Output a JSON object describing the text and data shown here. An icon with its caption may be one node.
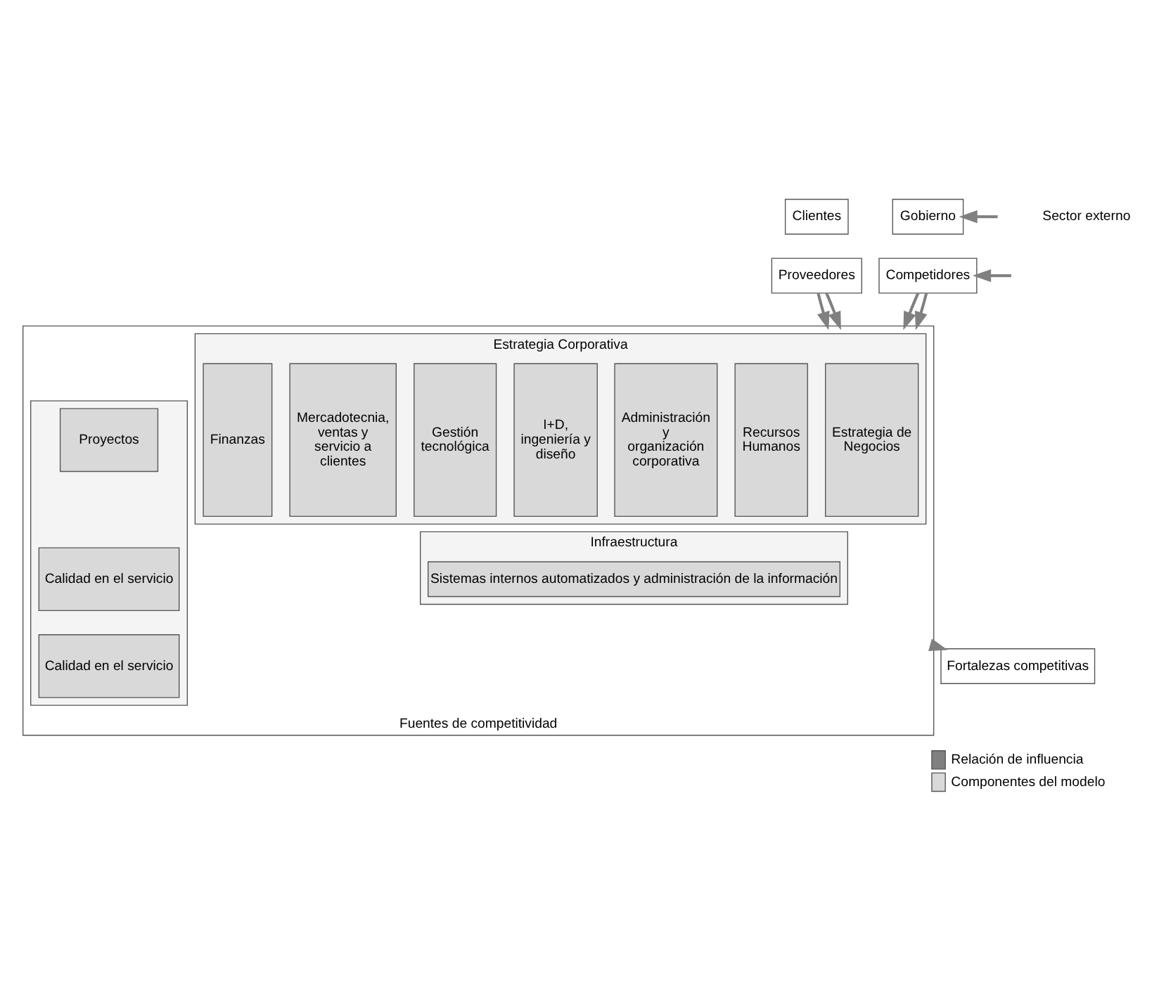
{
  "diagram": {
    "nodes": [
      {
        "text": [
          "Clientes"
        ]
      },
      {
        "text": [
          "Gobierno"
        ]
      },
      {
        "text": [
          "Proveedores"
        ]
      },
      {
        "text": [
          "Competidores"
        ]
      },
      {
        "text": [
          "Fuentes de competitividad"
        ]
      },
      {
        "text": [
          "Estrategia Corporativa"
        ],
        "in": 4
      },
      {
        "text": [
          "Estrategia de Negocios"
        ],
        "in": 5
      },
      {
        "text": [
          "Recursos Humanos"
        ],
        "in": 5
      },
      {
        "text": [
          "Administración y organización corporativa"
        ],
        "in": 5
      },
      {
        "text": [
          "I+D, ingeniería y diseño"
        ],
        "in": 5
      },
      {
        "text": [
          "Gestión tecnológica"
        ],
        "in": 5
      },
      {
        "text": [
          "Mercadotecnia, ventas y servicio a clientes"
        ],
        "in": 5
      },
      {
        "text": [
          "Finanzas"
        ],
        "in": 5
      },
      {
        "text": [],
        "shape": "box",
        "in": 4
      },
      {
        "text": [
          "Proyectos"
        ],
        "in": 13
      },
      {
        "text": [
          "Calidad en el servicio"
        ],
        "in": 13
      },
      {
        "text": [
          "Calidad en el servicio"
        ],
        "in": 13
      },
      {
        "text": [
          "Infraestructura"
        ],
        "in": 4
      },
      {
        "text": [
          "Sistemas internos automatizados y administración de la información"
        ],
        "in": 17
      },
      {
        "text": [
          "Fortalezas competitivas"
        ]
      }
    ],
    "edges": [
      {
        "from": null,
        "to": 1,
        "arrow": "to"
      },
      {
        "from": null,
        "to": 3,
        "arrow": "to"
      },
      {
        "from": 2,
        "to": 4,
        "arrow": "to"
      },
      {
        "from": 2,
        "to": 4,
        "arrow": "to"
      },
      {
        "from": 3,
        "to": 4,
        "arrow": "to"
      },
      {
        "from": 3,
        "to": 4,
        "arrow": "to"
      },
      {
        "from": 4,
        "to": 19,
        "arrow": "to"
      }
    ],
    "labels": [
      "Sector externo"
    ],
    "legend": [
      {
        "text": "Relación de influencia",
        "color": "#808080"
      },
      {
        "text": "Componentes del modelo",
        "color": "#d9d9d9"
      }
    ]
  }
}
